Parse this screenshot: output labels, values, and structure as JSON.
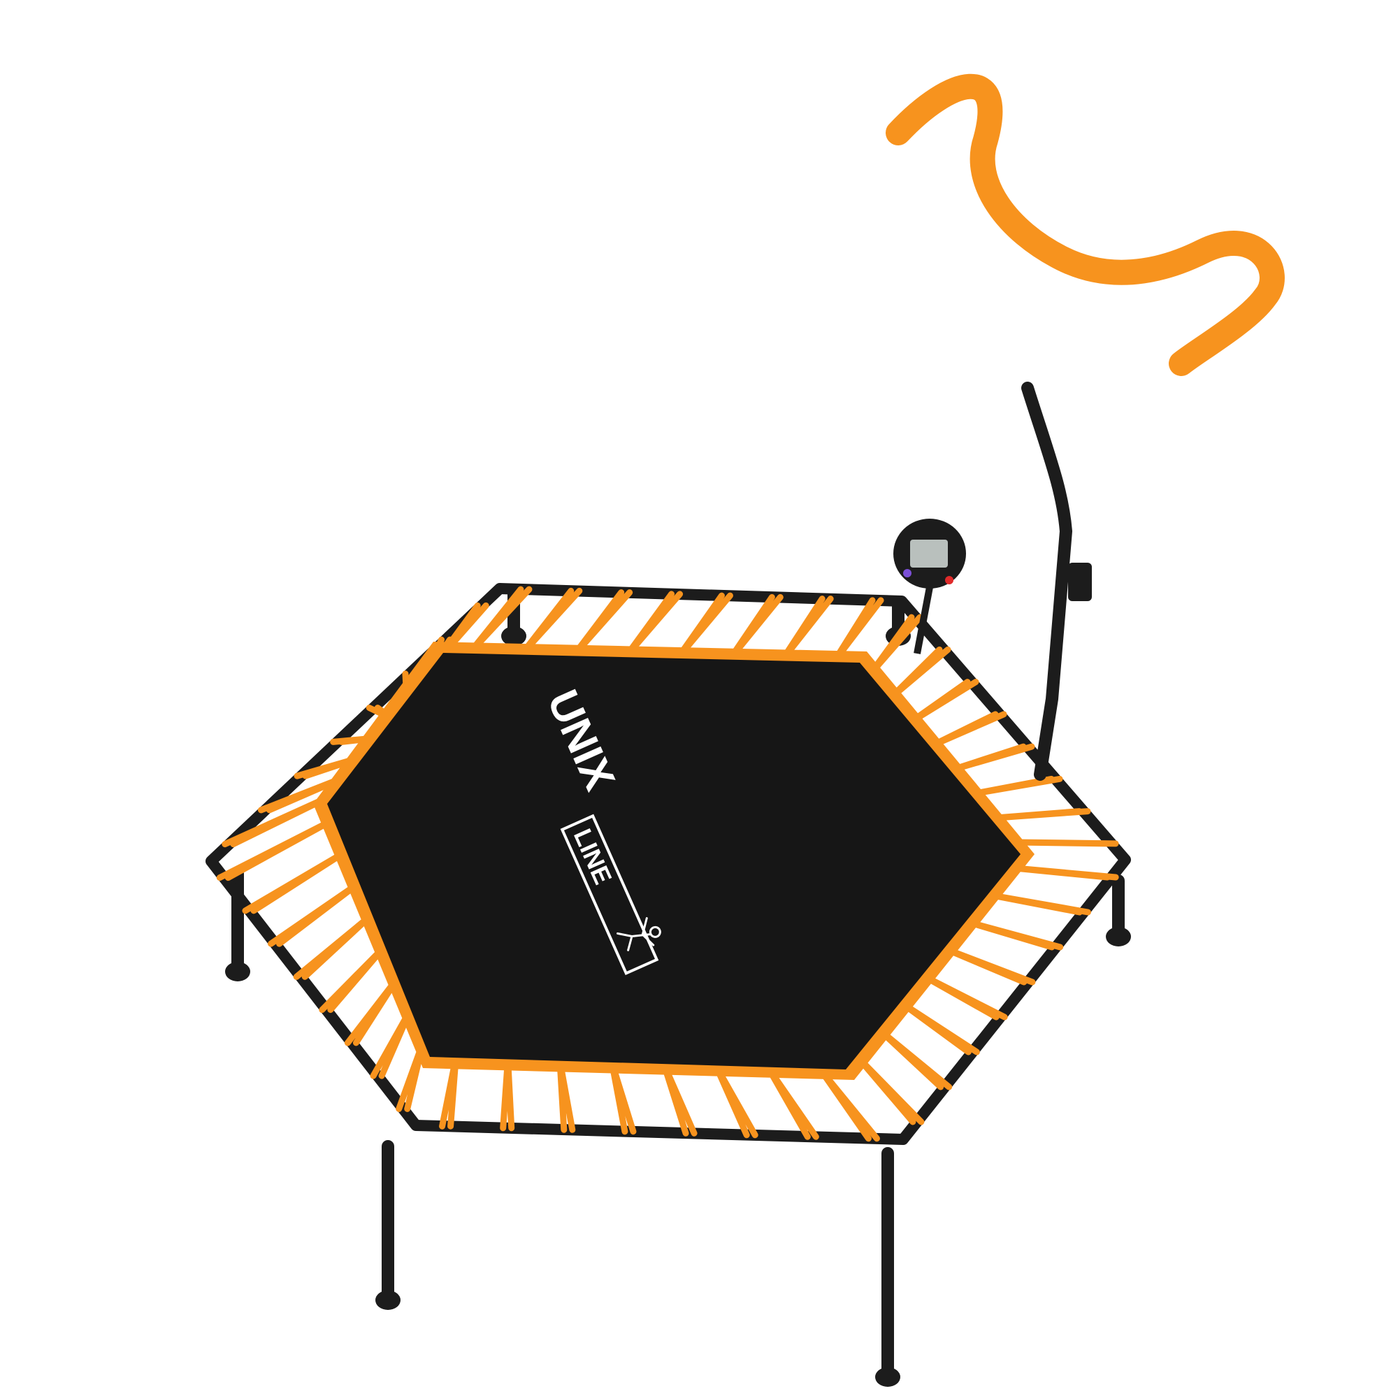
{
  "product": {
    "brand_word": "UNIX",
    "brand_sub": "LINE"
  },
  "colors": {
    "background": "#ffffff",
    "accent_orange": "#f7931e",
    "mat_black": "#161616",
    "frame_black": "#1c1c1c",
    "logo_white": "#ffffff",
    "button_purple": "#7b4fd6",
    "button_red": "#e02b2b",
    "lcd_gray": "#b9c0bd"
  },
  "icons": {
    "monitor": "digital-counter-icon",
    "jumper": "jumping-figure-icon"
  },
  "trampoline": {
    "shape": "hexagon",
    "legs": 6,
    "cords_per_side": 8
  }
}
